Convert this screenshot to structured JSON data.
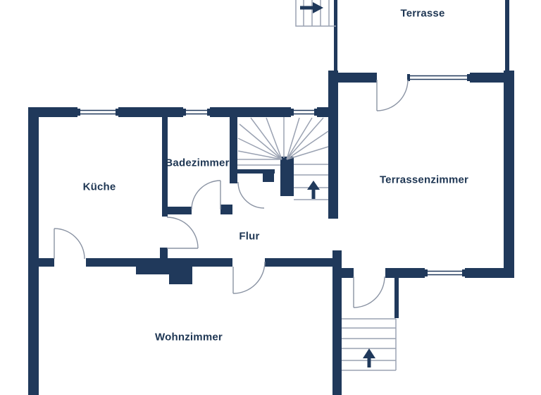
{
  "floorplan": {
    "labels": {
      "terrasse": "Terrasse",
      "kueche": "Küche",
      "badezimmer": "Badezimmer",
      "terrassenzimmer": "Terrassenzimmer",
      "flur": "Flur",
      "wohnzimmer": "Wohnzimmer"
    },
    "icons": {
      "stair_direction_up": "▲",
      "stair_direction_right": "▶"
    },
    "colors": {
      "wall": "#20395b",
      "text": "#1e3653",
      "stair_line": "#9aa2b2",
      "door_line": "#8a93a3",
      "background": "#ffffff"
    }
  }
}
